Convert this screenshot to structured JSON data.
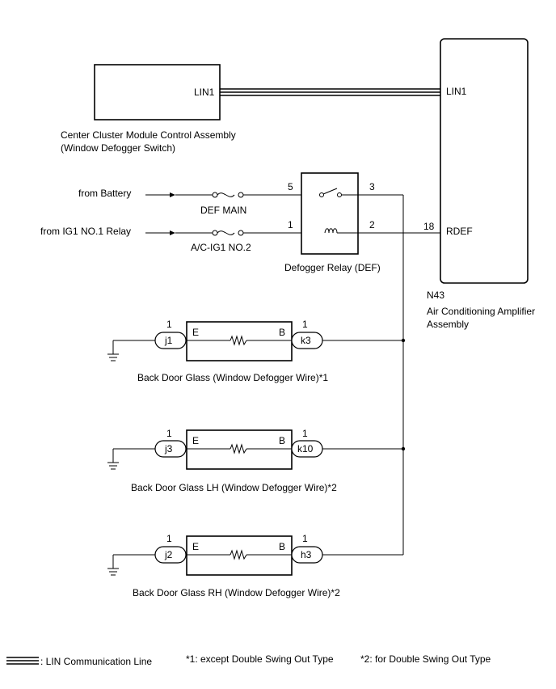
{
  "cluster": {
    "pin": "LIN1",
    "name_line1": "Center Cluster Module Control Assembly",
    "name_line2": "(Window Defogger Switch)"
  },
  "amplifier": {
    "pin_lin": "LIN1",
    "pin_num": "18",
    "pin_rdef": "RDEF",
    "code": "N43",
    "name_line1": "Air Conditioning Amplifier",
    "name_line2": "Assembly"
  },
  "sources": {
    "battery": "from Battery",
    "ig1": "from IG1 NO.1 Relay"
  },
  "fuses": {
    "def_main": "DEF MAIN",
    "ac_ig1": "A/C-IG1 NO.2"
  },
  "relay": {
    "name": "Defogger Relay (DEF)",
    "pin5": "5",
    "pin3": "3",
    "pin1": "1",
    "pin2": "2"
  },
  "glass": [
    {
      "pin_left_num": "1",
      "conn_left": "j1",
      "label_e": "E",
      "label_b": "B",
      "pin_right_num": "1",
      "conn_right": "k3",
      "name": "Back Door Glass (Window Defogger Wire)*1"
    },
    {
      "pin_left_num": "1",
      "conn_left": "j3",
      "label_e": "E",
      "label_b": "B",
      "pin_right_num": "1",
      "conn_right": "k10",
      "name": "Back Door Glass LH (Window Defogger Wire)*2"
    },
    {
      "pin_left_num": "1",
      "conn_left": "j2",
      "label_e": "E",
      "label_b": "B",
      "pin_right_num": "1",
      "conn_right": "h3",
      "name": "Back Door Glass RH (Window Defogger Wire)*2"
    }
  ],
  "legend": {
    "lin": ": LIN Communication Line",
    "note1": "*1: except Double Swing Out Type",
    "note2": "*2: for Double Swing Out Type"
  }
}
